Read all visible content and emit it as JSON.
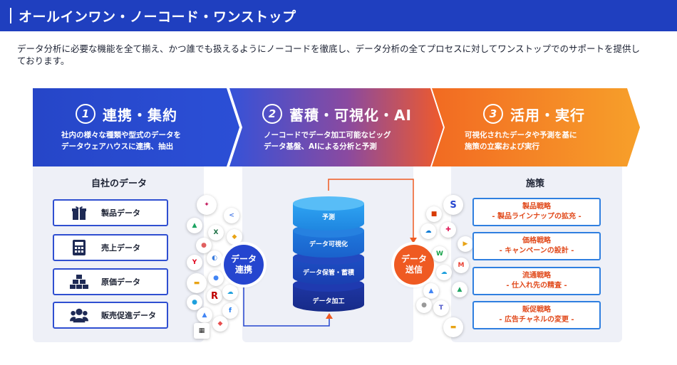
{
  "header": {
    "title": "オールインワン・ノーコード・ワンストップ"
  },
  "lead": "データ分析に必要な機能を全て揃え、かつ誰でも扱えるようにノーコードを徹底し、データ分析の全てプロセスに対してワンストップでのサポートを提供しております。",
  "steps": [
    {
      "num": "1",
      "heading": "連携・集約",
      "desc1": "社内の様々な種類や型式のデータを",
      "desc2": "データウェアハウスに連携、抽出"
    },
    {
      "num": "2",
      "heading": "蓄積・可視化・AI",
      "desc1": "ノーコードでデータ加工可能なビッグ",
      "desc2": "データ基盤、AIによる分析と予測"
    },
    {
      "num": "3",
      "heading": "活用・実行",
      "desc1": "可視化されたデータや予測を基に",
      "desc2": "施策の立案および実行"
    }
  ],
  "left": {
    "title": "自社のデータ",
    "items": [
      {
        "label": "製品データ",
        "icon": "gift-icon"
      },
      {
        "label": "売上データ",
        "icon": "calculator-icon"
      },
      {
        "label": "原価データ",
        "icon": "boxes-icon"
      },
      {
        "label": "販売促進データ",
        "icon": "people-icon"
      }
    ]
  },
  "middle": {
    "layers": [
      "予測",
      "データ可視化",
      "データ保管・蓄積",
      "データ加工"
    ]
  },
  "right": {
    "title": "施策",
    "items": [
      {
        "line1": "製品戦略",
        "line2": "- 製品ラインナップの拡充 -"
      },
      {
        "line1": "価格戦略",
        "line2": "- キャンペーンの設計 -"
      },
      {
        "line1": "流通戦略",
        "line2": "- 仕入れ先の精査 -"
      },
      {
        "line1": "販促戦略",
        "line2": "- 広告チャネルの変更 -"
      }
    ]
  },
  "badges": {
    "in": "データ\n連携",
    "out": "データ\n送信"
  },
  "colors": {
    "header": "#1f3fbf",
    "blue": "#2545cf",
    "orange": "#ef5a22",
    "border": "#2f4fd1"
  }
}
